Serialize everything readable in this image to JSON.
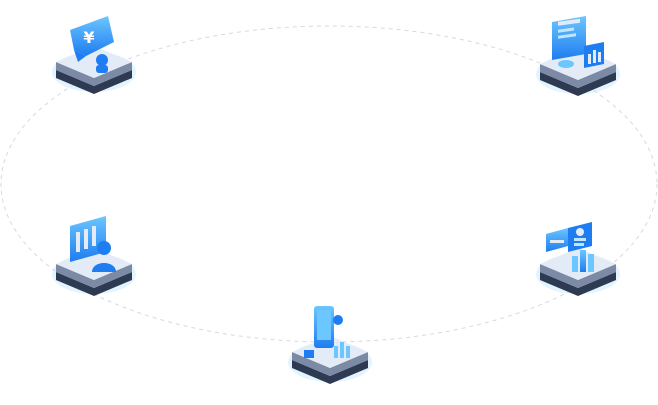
{
  "diagram": {
    "style": "isometric-icon-ring",
    "connector": "dashed-ellipse",
    "colors": {
      "background": "#ffffff",
      "orbit_line": "#d5d9e2",
      "tile_top": "#e3ebf7",
      "tile_side": "#7c8aa6",
      "tile_base": "#2e3a52",
      "accent_blue": "#1e7df0",
      "accent_light": "#6cc6ff",
      "glow": "#bfe6ff"
    },
    "nodes": [
      {
        "id": "finance",
        "icon": "yen-chat-bubble-icon",
        "glyph": "¥"
      },
      {
        "id": "analytics",
        "icon": "monitor-dashboard-icon"
      },
      {
        "id": "team-profile",
        "icon": "person-profile-board-icon"
      },
      {
        "id": "mobile-data",
        "icon": "phone-data-chart-icon"
      },
      {
        "id": "reports",
        "icon": "report-chart-board-icon"
      }
    ]
  }
}
